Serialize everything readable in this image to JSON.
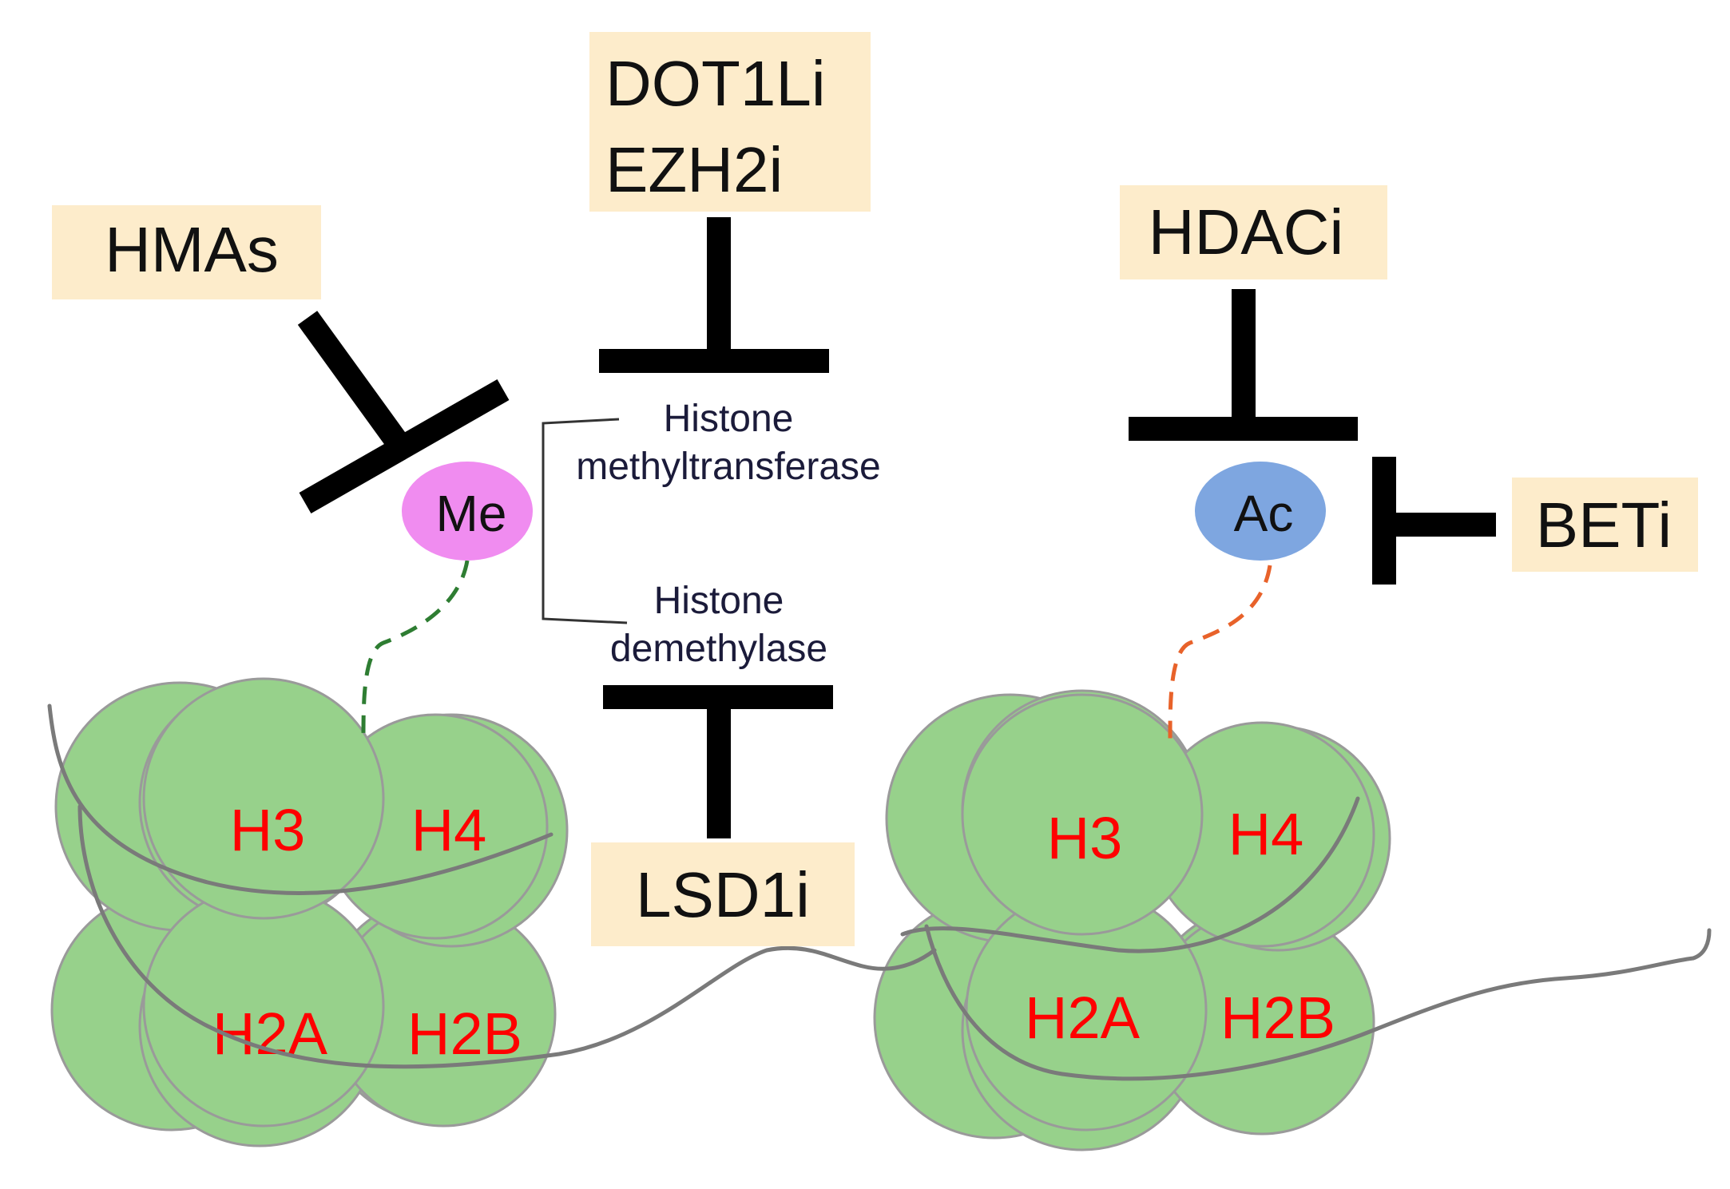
{
  "inhibitors": {
    "hmas": "HMAs",
    "dot1li": "DOT1Li",
    "ezh2i": "EZH2i",
    "lsd1i": "LSD1i",
    "hdaci": "HDACi",
    "beti": "BETi"
  },
  "marks": {
    "methyl": "Me",
    "acetyl": "Ac"
  },
  "enzymes": {
    "methyltransferase_line1": "Histone",
    "methyltransferase_line2": "methyltransferase",
    "demethylase_line1": "Histone",
    "demethylase_line2": "demethylase"
  },
  "histones_left": {
    "h3": "H3",
    "h4": "H4",
    "h2a": "H2A",
    "h2b": "H2B"
  },
  "histones_right": {
    "h3": "H3",
    "h4": "H4",
    "h2a": "H2A",
    "h2b": "H2B"
  },
  "colors": {
    "histone_green": "#97d18b",
    "histone_label_red": "#ff0000",
    "label_box": "#fdeccb",
    "methyl_pink": "#f08cf0",
    "acetyl_blue": "#7ea6e0",
    "methyl_link": "#2e7d32",
    "acetyl_link": "#e8622a"
  }
}
